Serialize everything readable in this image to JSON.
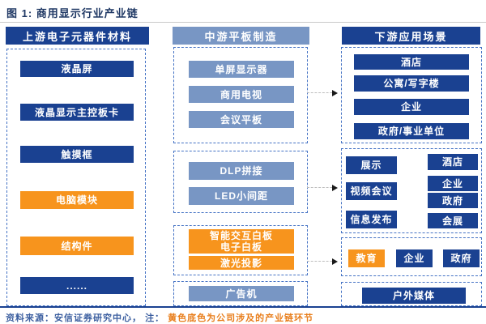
{
  "title": "图 1: 商用显示行业产业链",
  "colors": {
    "dark_blue": "#1A4191",
    "medium_blue": "#7896C4",
    "highlight_orange": "#F7941D",
    "dashed_border_blue": "#4472C4",
    "title_navy": "#1F3864",
    "source_text_blue": "#3C5FA0",
    "note_text_orange": "#E87D1A"
  },
  "upstream": {
    "header": "上游电子元器件材料",
    "items": [
      {
        "label": "液晶屏",
        "highlight": false
      },
      {
        "label": "液晶显示主控板卡",
        "highlight": false
      },
      {
        "label": "触摸框",
        "highlight": false
      },
      {
        "label": "电脑模块",
        "highlight": true
      },
      {
        "label": "结构件",
        "highlight": true
      },
      {
        "label": "......",
        "highlight": false
      }
    ]
  },
  "midstream": {
    "header": "中游平板制造",
    "groups": [
      {
        "items": [
          {
            "label": "单屏显示器",
            "highlight": false
          },
          {
            "label": "商用电视",
            "highlight": false
          },
          {
            "label": "会议平板",
            "highlight": false
          }
        ]
      },
      {
        "items": [
          {
            "label": "DLP拼接",
            "highlight": false
          },
          {
            "label": "LED小间距",
            "highlight": false
          }
        ]
      },
      {
        "items": [
          {
            "label": "智能交互白板",
            "label2": "电子白板",
            "highlight": true
          },
          {
            "label": "激光投影",
            "highlight": true
          }
        ]
      },
      {
        "items": [
          {
            "label": "广告机",
            "highlight": false
          }
        ]
      }
    ]
  },
  "downstream": {
    "header": "下游应用场景",
    "group1": [
      "酒店",
      "公寓/写字楼",
      "企业",
      "政府/事业单位"
    ],
    "group2_left": [
      "展示",
      "视频会议",
      "信息发布"
    ],
    "group2_right": [
      "酒店",
      "企业",
      "政府",
      "会展"
    ],
    "group3": [
      {
        "label": "教育",
        "highlight": true
      },
      {
        "label": "企业",
        "highlight": false
      },
      {
        "label": "政府",
        "highlight": false
      }
    ],
    "group4": [
      "户外媒体"
    ]
  },
  "footer": {
    "source": "资料来源：安信证券研究中心，",
    "note_label": "注：",
    "note_text": "黄色底色为公司涉及的产业链环节"
  }
}
